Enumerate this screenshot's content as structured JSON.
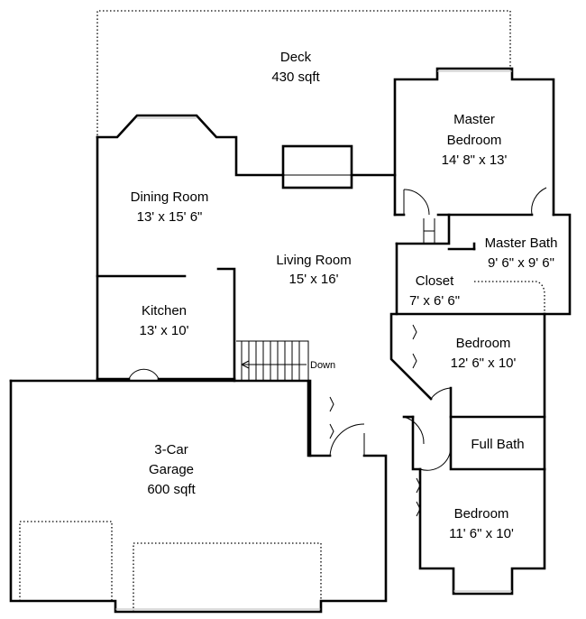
{
  "rooms": {
    "deck": {
      "name": "Deck",
      "size": "430 sqft"
    },
    "master_bed": {
      "name1": "Master",
      "name2": "Bedroom",
      "size": "14' 8\" x 13'"
    },
    "dining": {
      "name": "Dining Room",
      "size": "13' x 15' 6\""
    },
    "living": {
      "name": "Living Room",
      "size": "15' x 16'"
    },
    "master_bath": {
      "name": "Master Bath",
      "size": "9' 6\" x 9' 6\""
    },
    "closet": {
      "name": "Closet",
      "size": "7' x 6' 6\""
    },
    "kitchen": {
      "name": "Kitchen",
      "size": "13' x 10'"
    },
    "bedroom2": {
      "name": "Bedroom",
      "size": "12' 6\" x 10'"
    },
    "full_bath": {
      "name": "Full Bath"
    },
    "garage": {
      "name1": "3-Car",
      "name2": "Garage",
      "size": "600 sqft"
    },
    "bedroom3": {
      "name": "Bedroom",
      "size": "11' 6\" x 10'"
    }
  },
  "stairs": {
    "label": "Down"
  }
}
